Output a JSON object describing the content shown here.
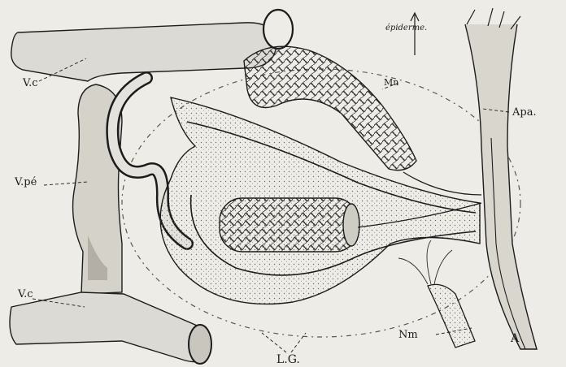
{
  "labels": {
    "vc_top": "V.c",
    "vpe": "V.pé",
    "vc_bottom": "V.c",
    "mn": "Mn",
    "apa": "Apa.",
    "nm": "Nm",
    "a": "A",
    "lg": "L.G.",
    "epiderme": "épiderme."
  },
  "colors": {
    "paper": "#eeece7",
    "ink": "#1c1c1c",
    "vessel_fill": "#dcdad4",
    "vessel_shade": "#b9b6ae",
    "tissue_fill": "#d7d4cc"
  }
}
